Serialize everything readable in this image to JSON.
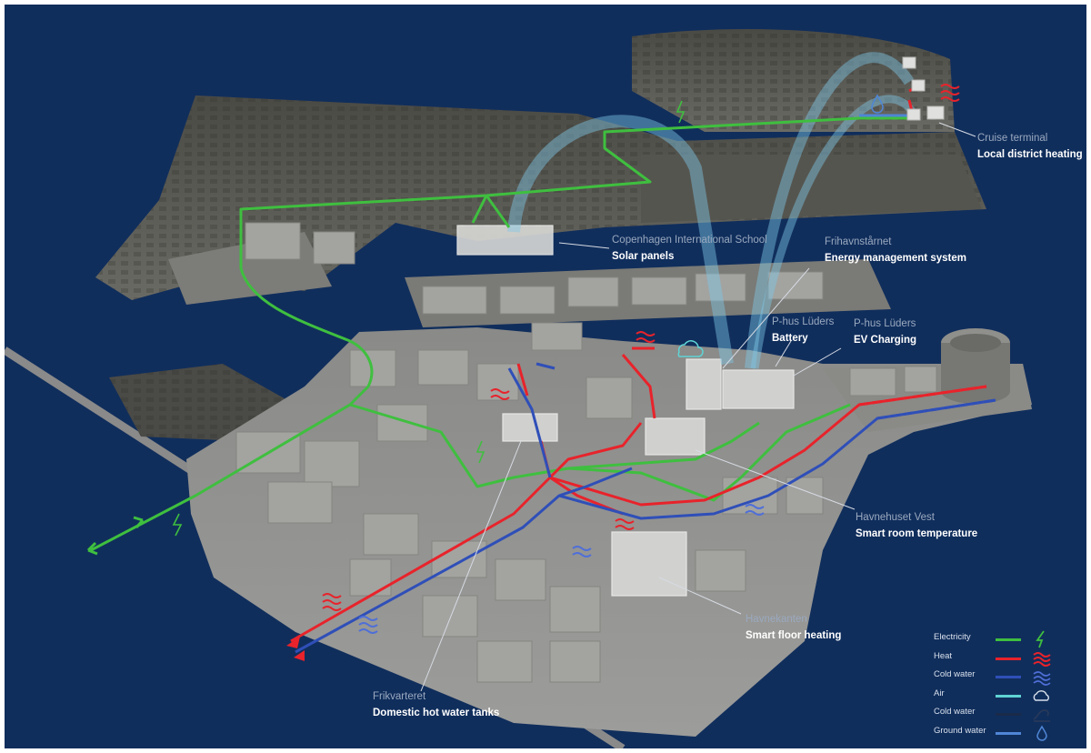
{
  "callouts": [
    {
      "id": "cruise",
      "place": "Cruise terminal",
      "feature": "Local district heating"
    },
    {
      "id": "school",
      "place": "Copenhagen International School",
      "feature": "Solar panels"
    },
    {
      "id": "tower",
      "place": "Frihavnstårnet",
      "feature": "Energy management system"
    },
    {
      "id": "battery",
      "place": "P-hus Lüders",
      "feature": "Battery"
    },
    {
      "id": "ev",
      "place": "P-hus Lüders",
      "feature": "EV Charging"
    },
    {
      "id": "havnehuset",
      "place": "Havnehuset Vest",
      "feature": "Smart room temperature"
    },
    {
      "id": "havnekanten",
      "place": "Havnekanten",
      "feature": "Smart floor heating"
    },
    {
      "id": "frikvarteret",
      "place": "Frikvarteret",
      "feature": "Domestic hot water tanks"
    }
  ],
  "legend": [
    {
      "label": "Electricity",
      "color": "#3fbf3f",
      "icon": "lightning-icon"
    },
    {
      "label": "Heat",
      "color": "#e8232b",
      "icon": "heat-wave-icon"
    },
    {
      "label": "Cold water",
      "color": "#2f4fb8",
      "icon": "cold-wave-icon"
    },
    {
      "label": "Air",
      "color": "#5fd3d3",
      "icon": "cloud-icon"
    },
    {
      "label": "Cold water",
      "color": "#1a2a4a",
      "icon": "sea-wave-icon"
    },
    {
      "label": "Ground water",
      "color": "#4f86d6",
      "icon": "droplet-icon"
    }
  ],
  "colors": {
    "background": "#102e5c",
    "electricity": "#3fbf3f",
    "heat": "#e8232b",
    "cold_water": "#2f4fb8",
    "air": "#5fd3d3",
    "ground_water": "#4f86d6"
  }
}
